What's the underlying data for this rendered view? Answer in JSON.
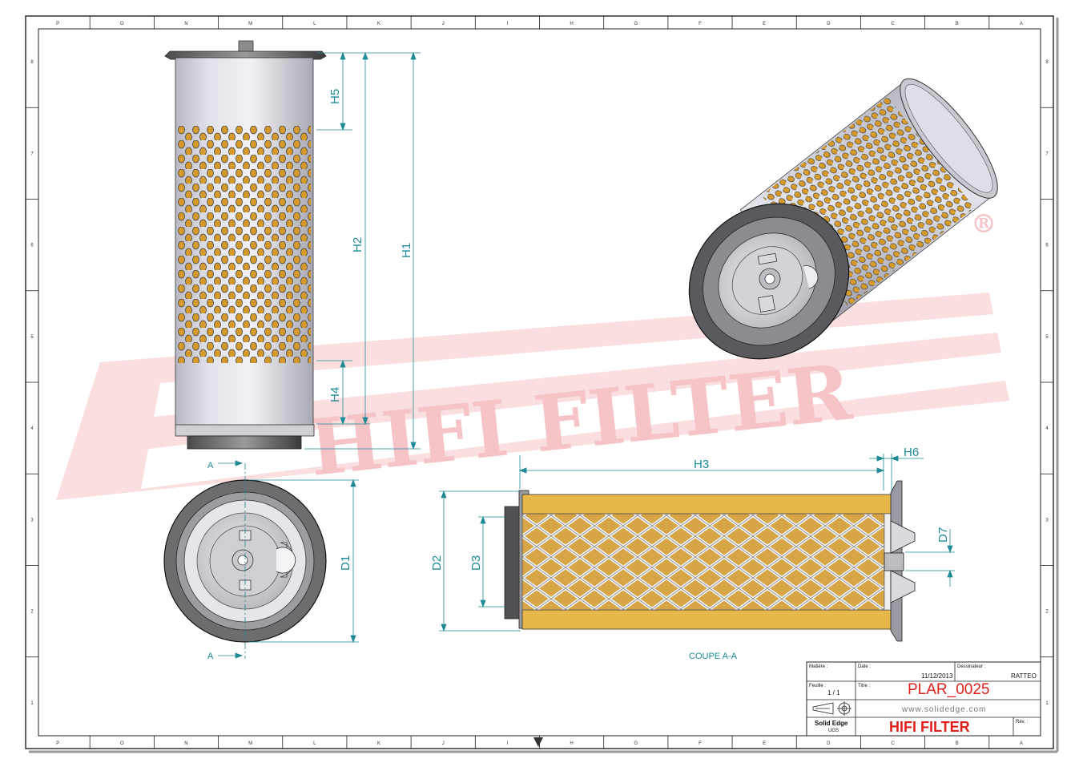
{
  "drawing": {
    "section_label": "COUPE A-A",
    "section_marker": "A"
  },
  "dimensions": {
    "h1": "H1",
    "h2": "H2",
    "h3": "H3",
    "h4": "H4",
    "h5": "H5",
    "h6": "H6",
    "d1": "D1",
    "d2": "D2",
    "d3": "D3",
    "d7": "D7"
  },
  "watermark": {
    "text": "HIFI FILTER",
    "registered": "®"
  },
  "zones": {
    "columns": [
      "P",
      "O",
      "N",
      "M",
      "L",
      "K",
      "J",
      "I",
      "H",
      "G",
      "F",
      "E",
      "D",
      "C",
      "B",
      "A"
    ],
    "rows": [
      "1",
      "2",
      "3",
      "4",
      "5",
      "6",
      "7",
      "8"
    ]
  },
  "title_block": {
    "matiere_label": "Matière :",
    "date_label": "Date :",
    "date_value": "11/12/2013",
    "dessinateur_label": "Dessinateur :",
    "dessinateur_value": "RATTEO",
    "feuille_label": "Feuille :",
    "feuille_value": "1 / 1",
    "titre_label": "Titre :",
    "titre_value": "PLAR_0025",
    "website": "www.solidedge.com",
    "software": "Solid Edge",
    "software_sub": "UGS",
    "brand": "HIFI FILTER",
    "rev_label": "Rév. :"
  },
  "colors": {
    "dimension": "#1d8a96",
    "title_red": "#e0201c",
    "watermark": "#f6c3c6",
    "media": "#e6b84a"
  }
}
